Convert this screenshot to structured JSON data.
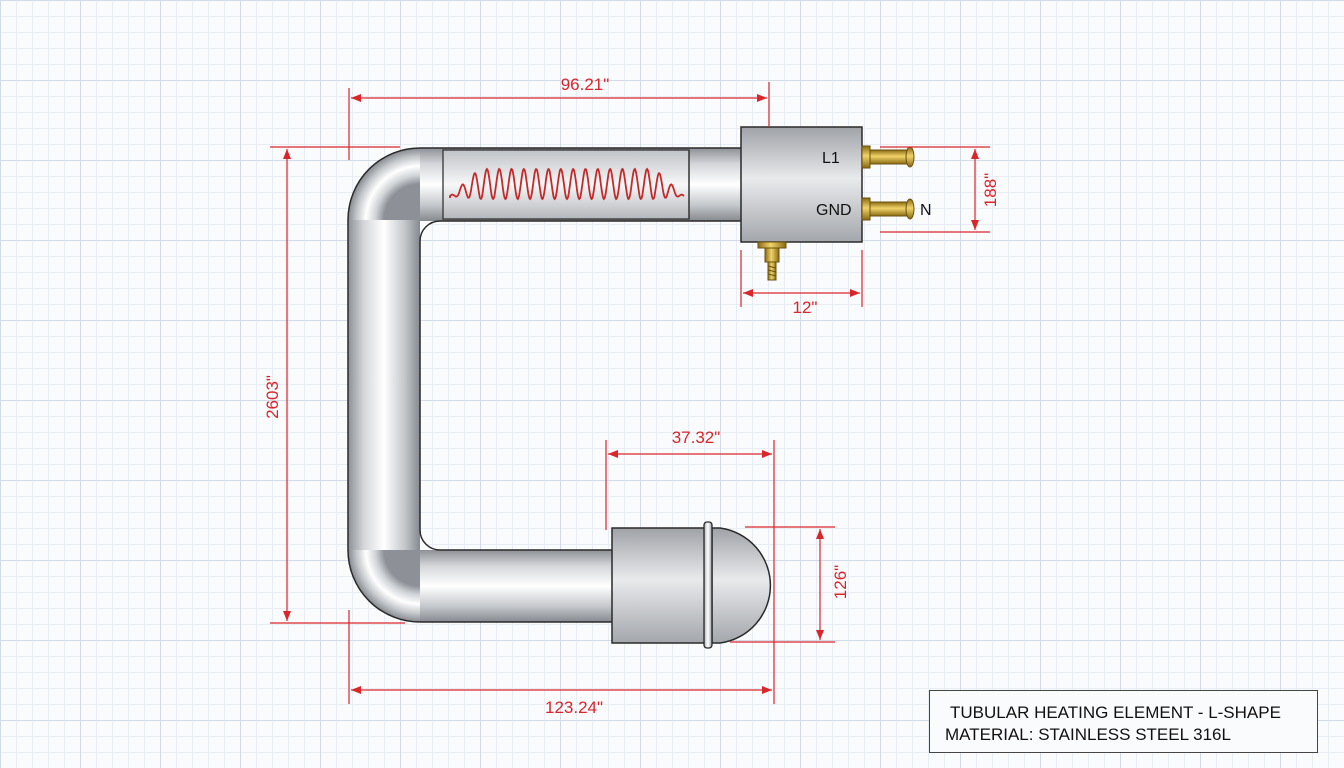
{
  "dimensions": {
    "top_length": "96.21\"",
    "overall_height": "2603\"",
    "terminal_spacing": "188\"",
    "terminal_box_width": "12\"",
    "bulb_length": "37.32\"",
    "bulb_height": "126\"",
    "bottom_length": "123.24\""
  },
  "terminals": {
    "l1": "L1",
    "gnd": "GND",
    "n": "N"
  },
  "title_block": {
    "line1": "TUBULAR HEATING ELEMENT - L-SHAPE",
    "line2": "MATERIAL: STAINLESS STEEL 316L"
  },
  "colors": {
    "dimension": "#d9262b",
    "tube_steel": "#b9bcc1",
    "brass": "#c9a227",
    "coil": "#c42a2a"
  }
}
